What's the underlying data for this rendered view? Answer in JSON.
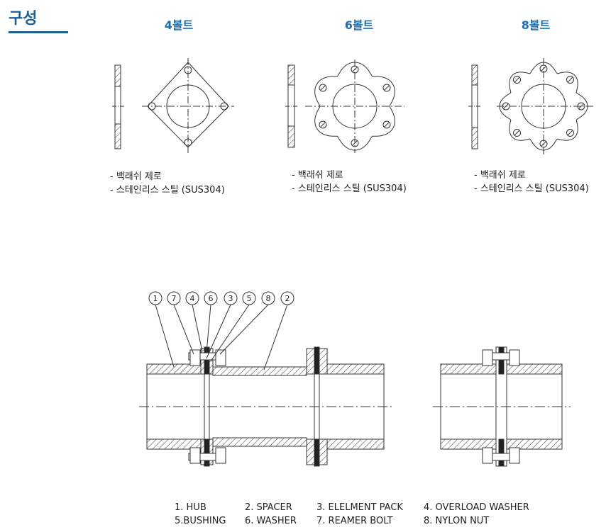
{
  "section": {
    "title": "구성"
  },
  "variants": [
    {
      "title": "4볼트",
      "spec": [
        "- 백래쉬 제로",
        "- 스테인리스 스틸 (SUS304)"
      ]
    },
    {
      "title": "6볼트",
      "spec": [
        "- 백래쉬 제로",
        "- 스테인리스 스틸 (SUS304)"
      ]
    },
    {
      "title": "8볼트",
      "spec": [
        "- 백래쉬 제로",
        "- 스테인리스 스틸 (SUS304)"
      ]
    }
  ],
  "callouts": [
    "1",
    "7",
    "4",
    "6",
    "3",
    "5",
    "8",
    "2"
  ],
  "legend": [
    "1. HUB",
    "2. SPACER",
    "3. ELELMENT PACK",
    "4. OVERLOAD WASHER",
    "5.BUSHING",
    "6. WASHER",
    "7. REAMER BOLT",
    "8. NYLON NUT"
  ]
}
